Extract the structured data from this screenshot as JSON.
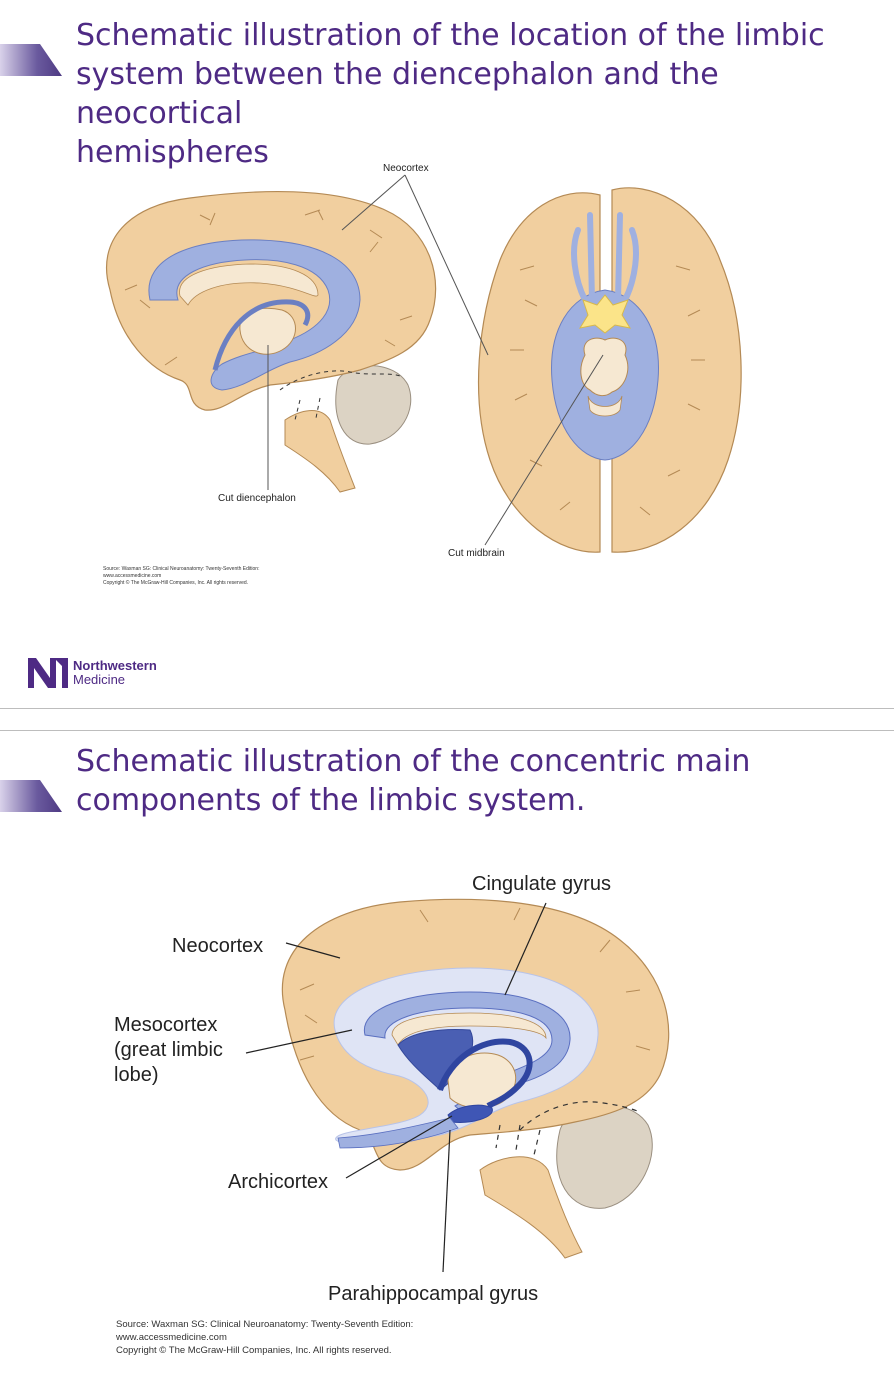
{
  "slide1": {
    "title_lines": [
      "Schematic illustration of the location of the limbic",
      "system between the diencephalon and the neocortical",
      "hemispheres"
    ],
    "labels": {
      "neocortex": "Neocortex",
      "cut_diencephalon": "Cut diencephalon",
      "cut_midbrain": "Cut midbrain"
    },
    "source": {
      "line1": "Source: Waxman SG: Clinical Neuroanatomy: Twenty-Seventh Edition:",
      "line2": "www.accessmedicine.com",
      "line3": "Copyright © The McGraw-Hill Companies, Inc. All rights reserved."
    }
  },
  "logo": {
    "line1": "Northwestern",
    "line2": "Medicine"
  },
  "slide2": {
    "title_lines": [
      "Schematic illustration of the concentric main",
      "components of the limbic system."
    ],
    "labels": {
      "cingulate_gyrus": "Cingulate gyrus",
      "neocortex": "Neocortex",
      "mesocortex_1": "Mesocortex",
      "mesocortex_2": "(great limbic",
      "mesocortex_3": "lobe)",
      "archicortex": "Archicortex",
      "parahippocampal_gyrus": "Parahippocampal gyrus"
    },
    "source": {
      "line1": "Source: Waxman SG: Clinical Neuroanatomy: Twenty-Seventh Edition:",
      "line2": "www.accessmedicine.com",
      "line3": "Copyright © The McGraw-Hill Companies, Inc. All rights reserved."
    }
  },
  "colors": {
    "title": "#4e2a84",
    "brain": "#f1cf9f",
    "brain_stroke": "#b48a55",
    "limbic_blue": "#9fb0e0",
    "limbic_light": "#dfe4f5",
    "limbic_dark": "#4a5fb3",
    "cerebellum": "#dcd3c4",
    "inner": "#f6e8d2",
    "yellow": "#fbe489"
  }
}
